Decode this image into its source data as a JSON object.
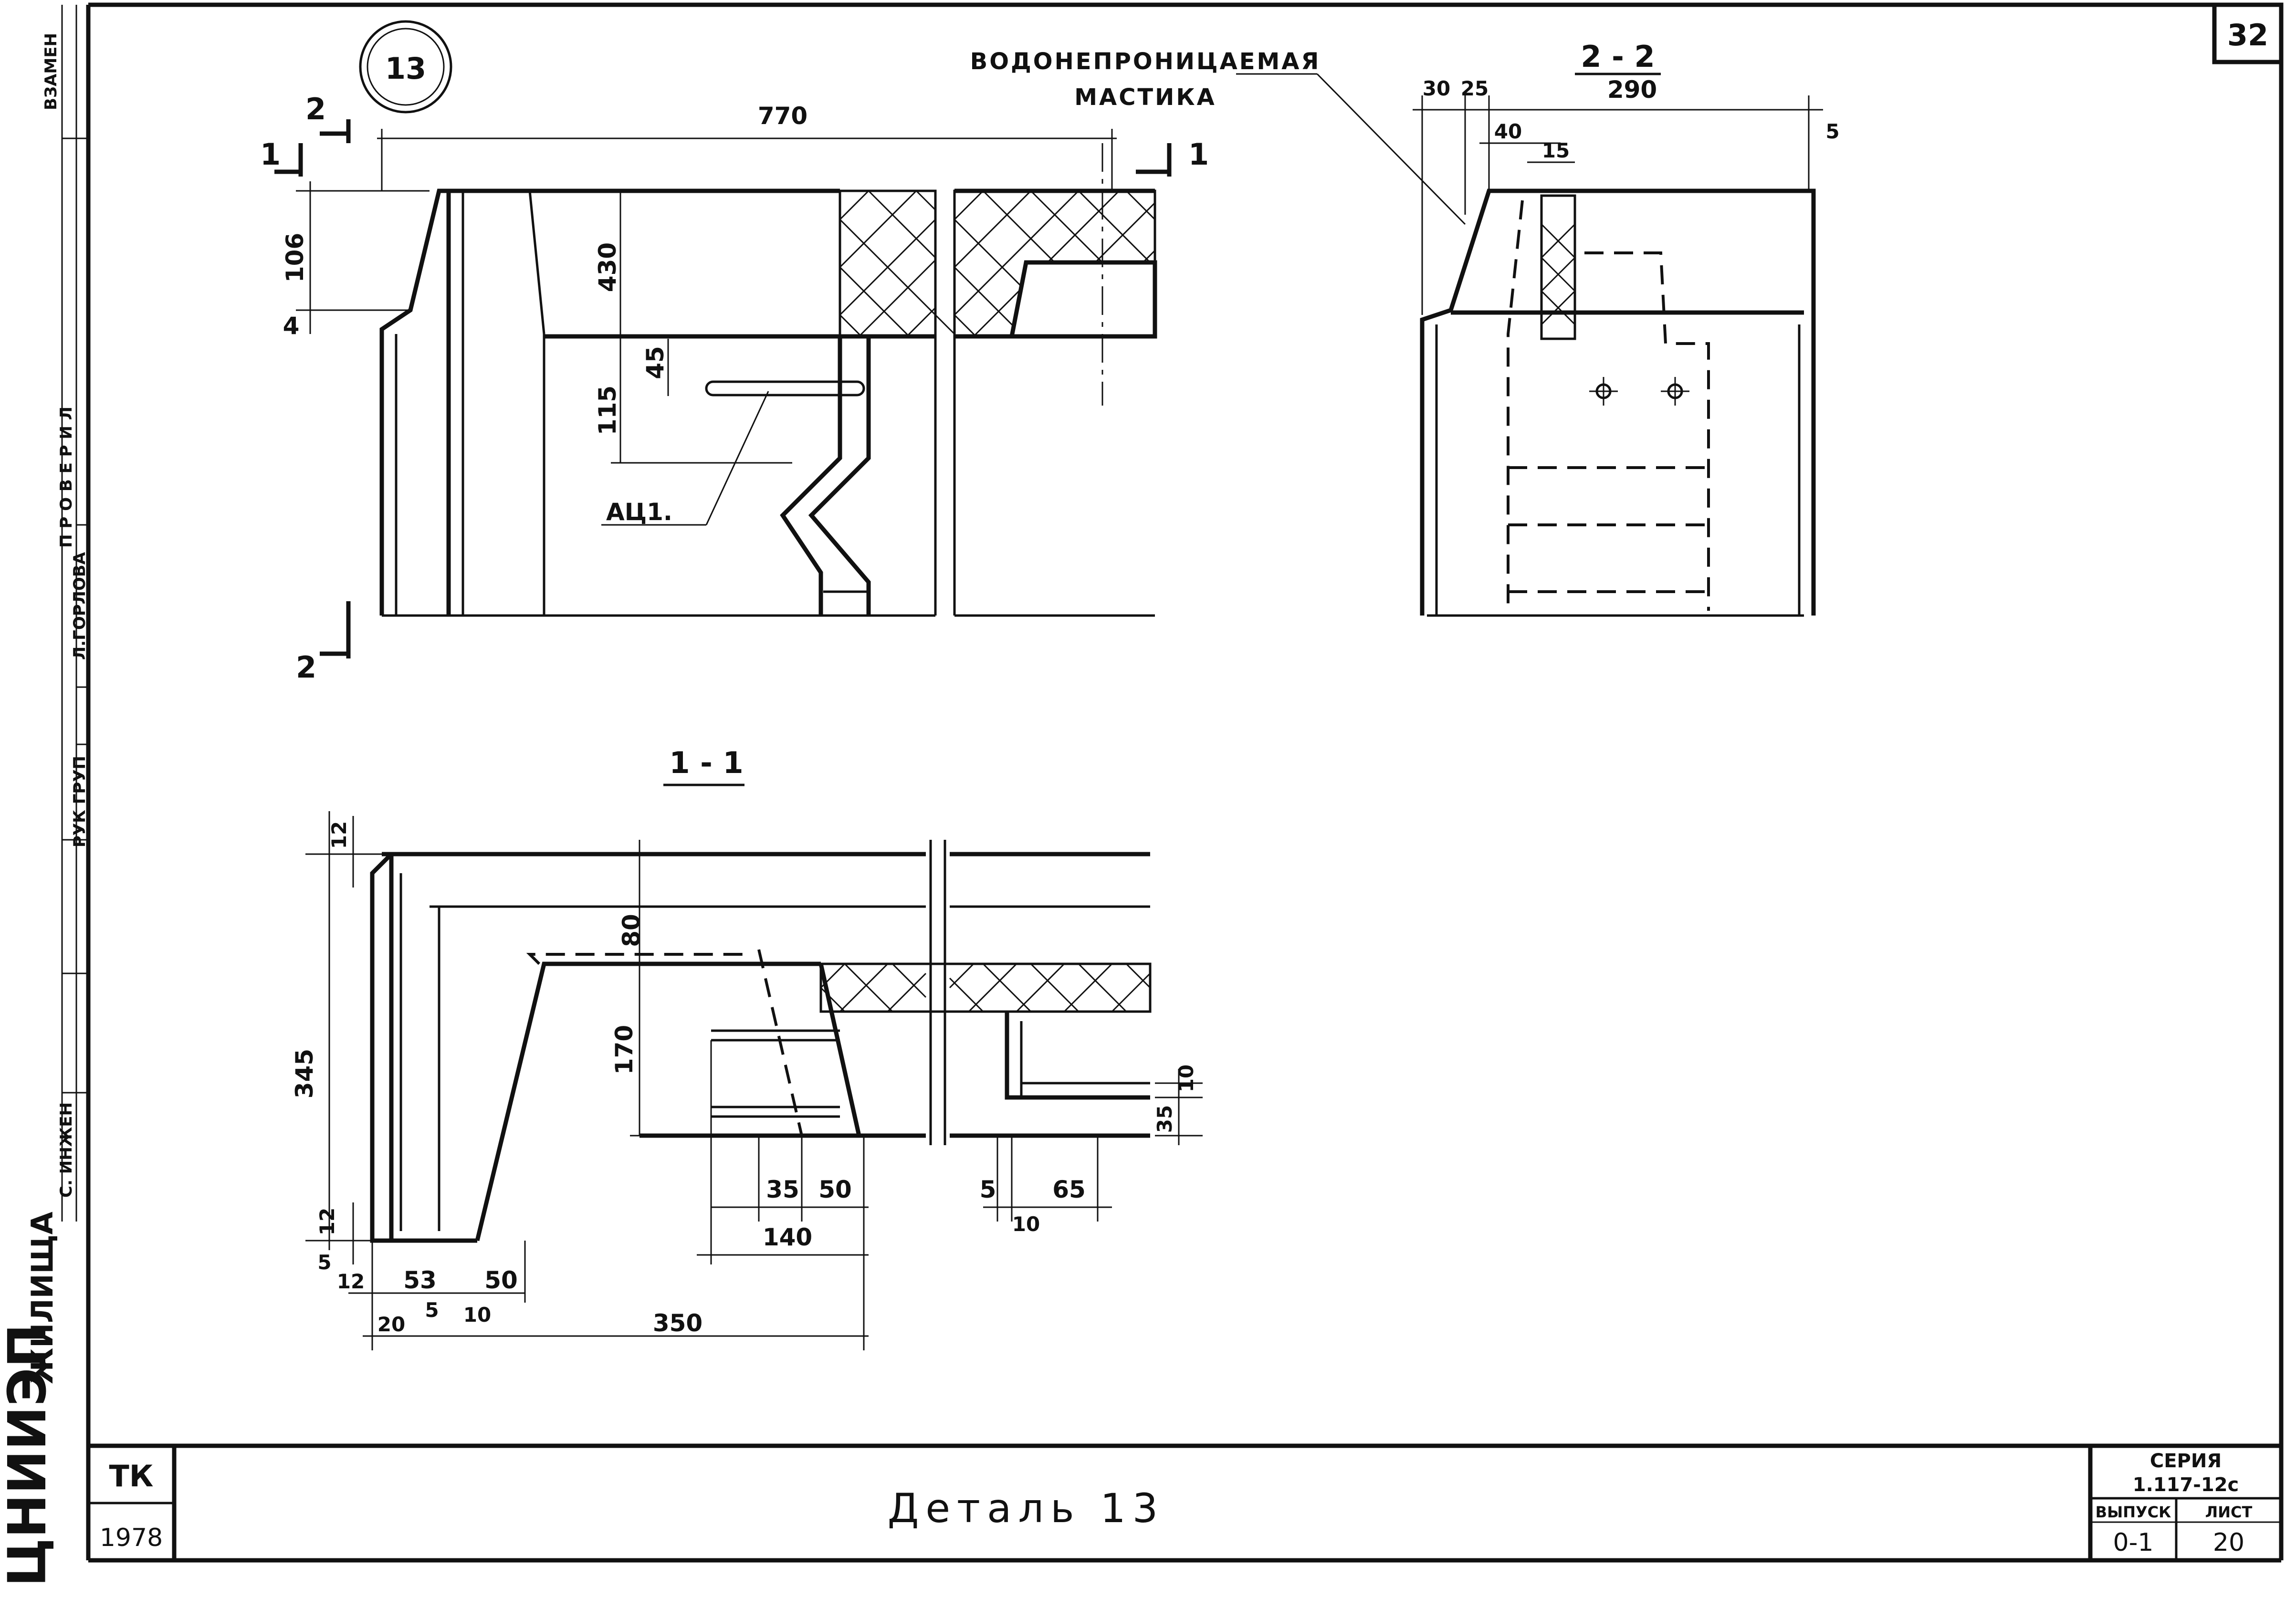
{
  "sheet": {
    "number": "32",
    "detail_mark": "13"
  },
  "elevation": {
    "overall_dim": "770",
    "dim_106": "106",
    "dim_4": "4",
    "dim_430": "430",
    "dim_45": "45",
    "dim_115": "115",
    "rebar_label": "АЦ1.",
    "cut_1_left": "1",
    "cut_1_right": "1",
    "cut_2_top": "2",
    "cut_2_bottom": "2"
  },
  "section_2_2": {
    "title": "2 - 2",
    "mastic_line1": "ВОДОНЕПРОНИЦАЕМАЯ",
    "mastic_line2": "МАСТИКА",
    "dim_290": "290",
    "dim_30": "30",
    "dim_25": "25",
    "dim_40": "40",
    "dim_15": "15",
    "dim_5": "5"
  },
  "section_1_1": {
    "title": "1 - 1",
    "dim_12_top": "12",
    "dim_345": "345",
    "dim_80": "80",
    "dim_170": "170",
    "dim_12_low": "12",
    "dim_5_low": "5",
    "dim_12_bottom": "12",
    "dim_53": "53",
    "dim_50_a": "50",
    "dim_20": "20",
    "dim_5_b": "5",
    "dim_10_a": "10",
    "dim_350": "350",
    "dim_35_a": "35",
    "dim_50_b": "50",
    "dim_140": "140",
    "dim_5_c": "5",
    "dim_65": "65",
    "dim_10_b": "10",
    "dim_10_right": "10",
    "dim_35_right": "35"
  },
  "side_stamp": {
    "organization": "ЦНИИЭП",
    "org_tail": "ЖИЛИЩА",
    "engineer": "С. ИНЖЕН",
    "checked": "П Р О В Е Р И Л",
    "group_head": "РУК ГРУП",
    "name": "Л.ГОРЛОВА",
    "replace": "ВЗАМЕН"
  },
  "title_block": {
    "code": "ТК",
    "year": "1978",
    "title": "Деталь 13",
    "series_label": "СЕРИЯ",
    "series_value": "1.117-12с",
    "issue_label": "ВЫПУСК",
    "issue_value": "0-1",
    "sheet_label": "ЛИСТ",
    "sheet_value": "20"
  }
}
